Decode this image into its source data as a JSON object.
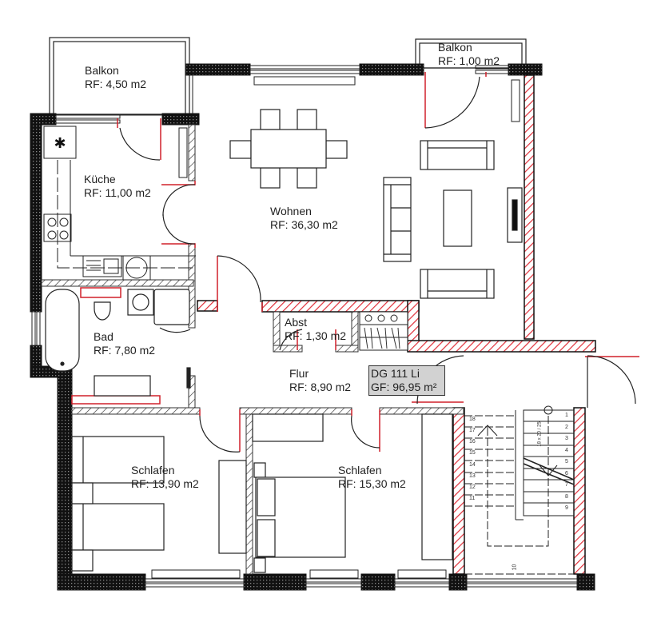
{
  "plan": {
    "colors": {
      "exterior_wall": "#111111",
      "interior_wall_hatch": "#444444",
      "bearing_wall_hatch": "#e0303a",
      "door_jamb": "#d0202a",
      "unit_label_bg": "#d2d2d2",
      "line": "#1a1a1a"
    },
    "unit": {
      "id": "DG 111 Li",
      "gross_area": "GF: 96,95 m²"
    },
    "rooms": [
      {
        "name": "Balkon",
        "area": "RF: 4,50 m2"
      },
      {
        "name": "Balkon",
        "area": "RF: 1,00 m2"
      },
      {
        "name": "Küche",
        "area": "RF: 11,00 m2"
      },
      {
        "name": "Wohnen",
        "area": "RF: 36,30 m2"
      },
      {
        "name": "Bad",
        "area": "RF: 7,80 m2"
      },
      {
        "name": "Abst",
        "area": "RF: 1,30 m2"
      },
      {
        "name": "Flur",
        "area": "RF: 8,90 m2"
      },
      {
        "name": "Schlafen",
        "area": "RF: 13,90 m2"
      },
      {
        "name": "Schlafen",
        "area": "RF: 15,30 m2"
      }
    ],
    "stair": {
      "label": "18 x 20 / 25",
      "steps_right": [
        "1",
        "2",
        "3",
        "4",
        "5",
        "6",
        "7",
        "8",
        "9"
      ],
      "landing": "10",
      "steps_left": [
        "18",
        "17",
        "16",
        "15",
        "14",
        "13",
        "12",
        "11"
      ]
    },
    "symbols": {
      "fridge_icon": "✱"
    }
  }
}
